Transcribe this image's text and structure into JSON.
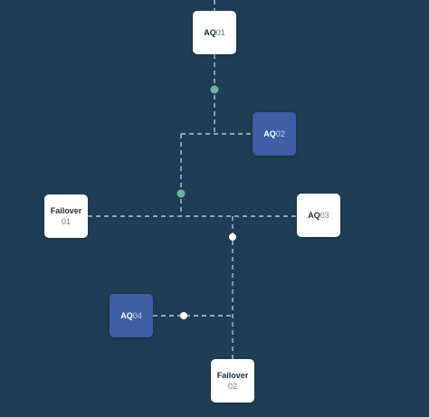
{
  "colors": {
    "background": "#1f3d54",
    "light_node": "#ffffff",
    "dark_node": "#3f5ea6",
    "teal_joint": "#6bb3a0",
    "white_joint": "#ffffff",
    "wire": "#b8c6d1"
  },
  "nodes": {
    "aq01": {
      "prefix": "AQ",
      "suffix": "01"
    },
    "aq02": {
      "prefix": "AQ",
      "suffix": "02"
    },
    "aq03": {
      "prefix": "AQ",
      "suffix": "03"
    },
    "aq04": {
      "prefix": "AQ",
      "suffix": "04"
    },
    "failover01": {
      "title": "Failover",
      "number": "01"
    },
    "failover02": {
      "title": "Failover",
      "number": "02"
    }
  }
}
